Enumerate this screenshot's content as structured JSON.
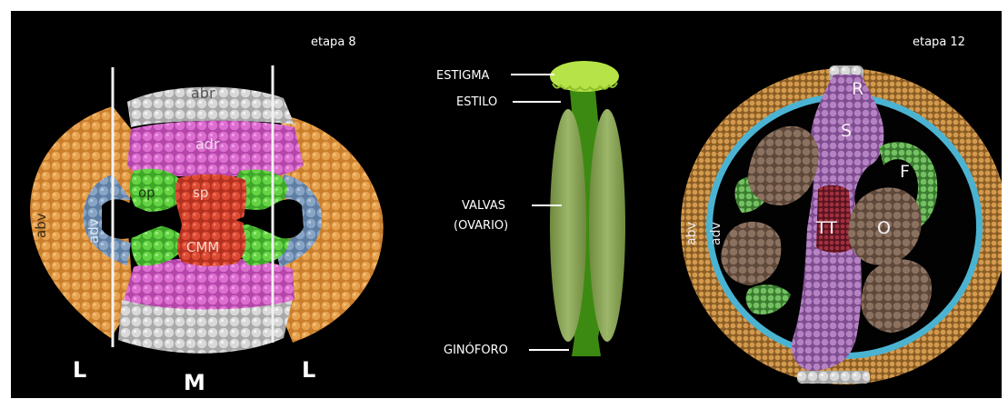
{
  "left_panel": {
    "stage": "etapa 8",
    "regions": {
      "abr": "abr",
      "adr": "adr",
      "op": "op",
      "sp": "sp",
      "cmm": "CMM",
      "abv": "abv",
      "adv": "adv"
    },
    "zones": {
      "lateral_left": "L",
      "medial": "M",
      "lateral_right": "L"
    }
  },
  "middle_panel": {
    "labels": {
      "estigma": "ESTIGMA",
      "estilo": "ESTILO",
      "valvas": "VALVAS",
      "ovario": "(OVARIO)",
      "ginoforo": "GINÓFORO"
    }
  },
  "right_panel": {
    "stage": "etapa 12",
    "labels": {
      "r": "R",
      "s": "S",
      "f": "F",
      "tt": "TT",
      "o": "O",
      "abv": "abv",
      "adv": "adv"
    }
  },
  "colors": {
    "background": "#000000",
    "orange_cells": "#d9923f",
    "grey_cells": "#cfcfcf",
    "magenta_cells": "#d465c8",
    "green_cells": "#5ccf3c",
    "red_cells": "#d8412e",
    "blue_cells": "#7f9cbf",
    "stigma": "#b7e34a",
    "style_dark": "#3f8a12",
    "valve": "#8aa456",
    "septum_purple": "#a070b0",
    "ovule_brown": "#7a6150",
    "cyan_ring": "#4bb3d2",
    "funiculus_green": "#5fa850"
  }
}
